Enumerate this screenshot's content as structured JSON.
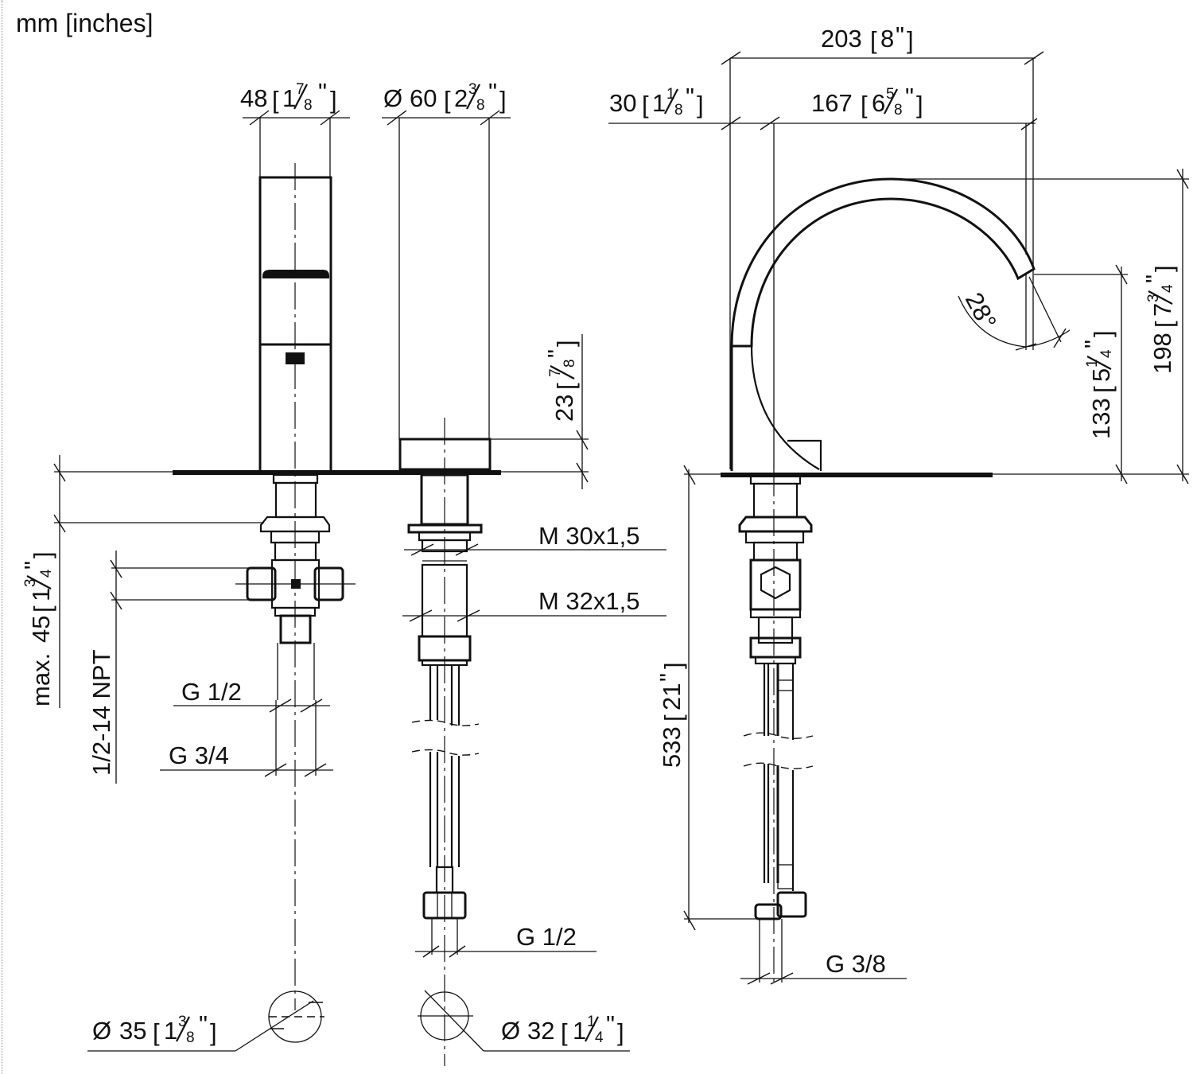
{
  "units_label": "mm [inches]",
  "accent_color": "#111111",
  "background_color": "#ffffff",
  "views": [
    {
      "id": "handle",
      "name": "Control handle (single lever, side view)"
    },
    {
      "id": "spout-base",
      "name": "Spout base / mounting flange"
    },
    {
      "id": "spout",
      "name": "Gooseneck spout (side view)"
    }
  ],
  "dimensions": {
    "handle_width": {
      "mm": "48",
      "inch_whole": "1",
      "inch_num": "7",
      "inch_den": "8",
      "quote": "\""
    },
    "base_diameter": {
      "symbol": "Ø",
      "mm": "60",
      "inch_whole": "2",
      "inch_num": "3",
      "inch_den": "8",
      "quote": "\""
    },
    "base_height": {
      "mm": "23",
      "inch_num": "7",
      "inch_den": "8",
      "quote": "\""
    },
    "spout_total_reach": {
      "mm": "203",
      "inch": "8",
      "quote": "\""
    },
    "spout_offset": {
      "mm": "30",
      "inch_whole": "1",
      "inch_num": "1",
      "inch_den": "8",
      "quote": "\""
    },
    "spout_reach": {
      "mm": "167",
      "inch_whole": "6",
      "inch_num": "5",
      "inch_den": "8",
      "quote": "\""
    },
    "spout_angle": {
      "value": "28°"
    },
    "outlet_height": {
      "mm": "133",
      "inch_whole": "5",
      "inch_num": "1",
      "inch_den": "4",
      "quote": "\""
    },
    "spout_height": {
      "mm": "198",
      "inch_whole": "7",
      "inch_num": "3",
      "inch_den": "4",
      "quote": "\""
    },
    "max_deck_thickness": {
      "prefix": "max.",
      "mm": "45",
      "inch_whole": "1",
      "inch_num": "3",
      "inch_den": "4",
      "quote": "\""
    },
    "hose_length": {
      "mm": "533",
      "inch": "21",
      "quote": "\""
    },
    "hole_left": {
      "symbol": "Ø",
      "mm": "35",
      "inch_whole": "1",
      "inch_num": "3",
      "inch_den": "8",
      "quote": "\""
    },
    "hole_right": {
      "symbol": "Ø",
      "mm": "32",
      "inch_whole": "1",
      "inch_num": "1",
      "inch_den": "4",
      "quote": "\""
    }
  },
  "thread_labels": {
    "npt": "1/2-14 NPT",
    "g_half_left": "G 1/2",
    "g_three_quarter": "G 3/4",
    "m30": "M 30x1,5",
    "m32": "M 32x1,5",
    "g_half_center": "G 1/2",
    "g_three_eighth": "G 3/8"
  }
}
